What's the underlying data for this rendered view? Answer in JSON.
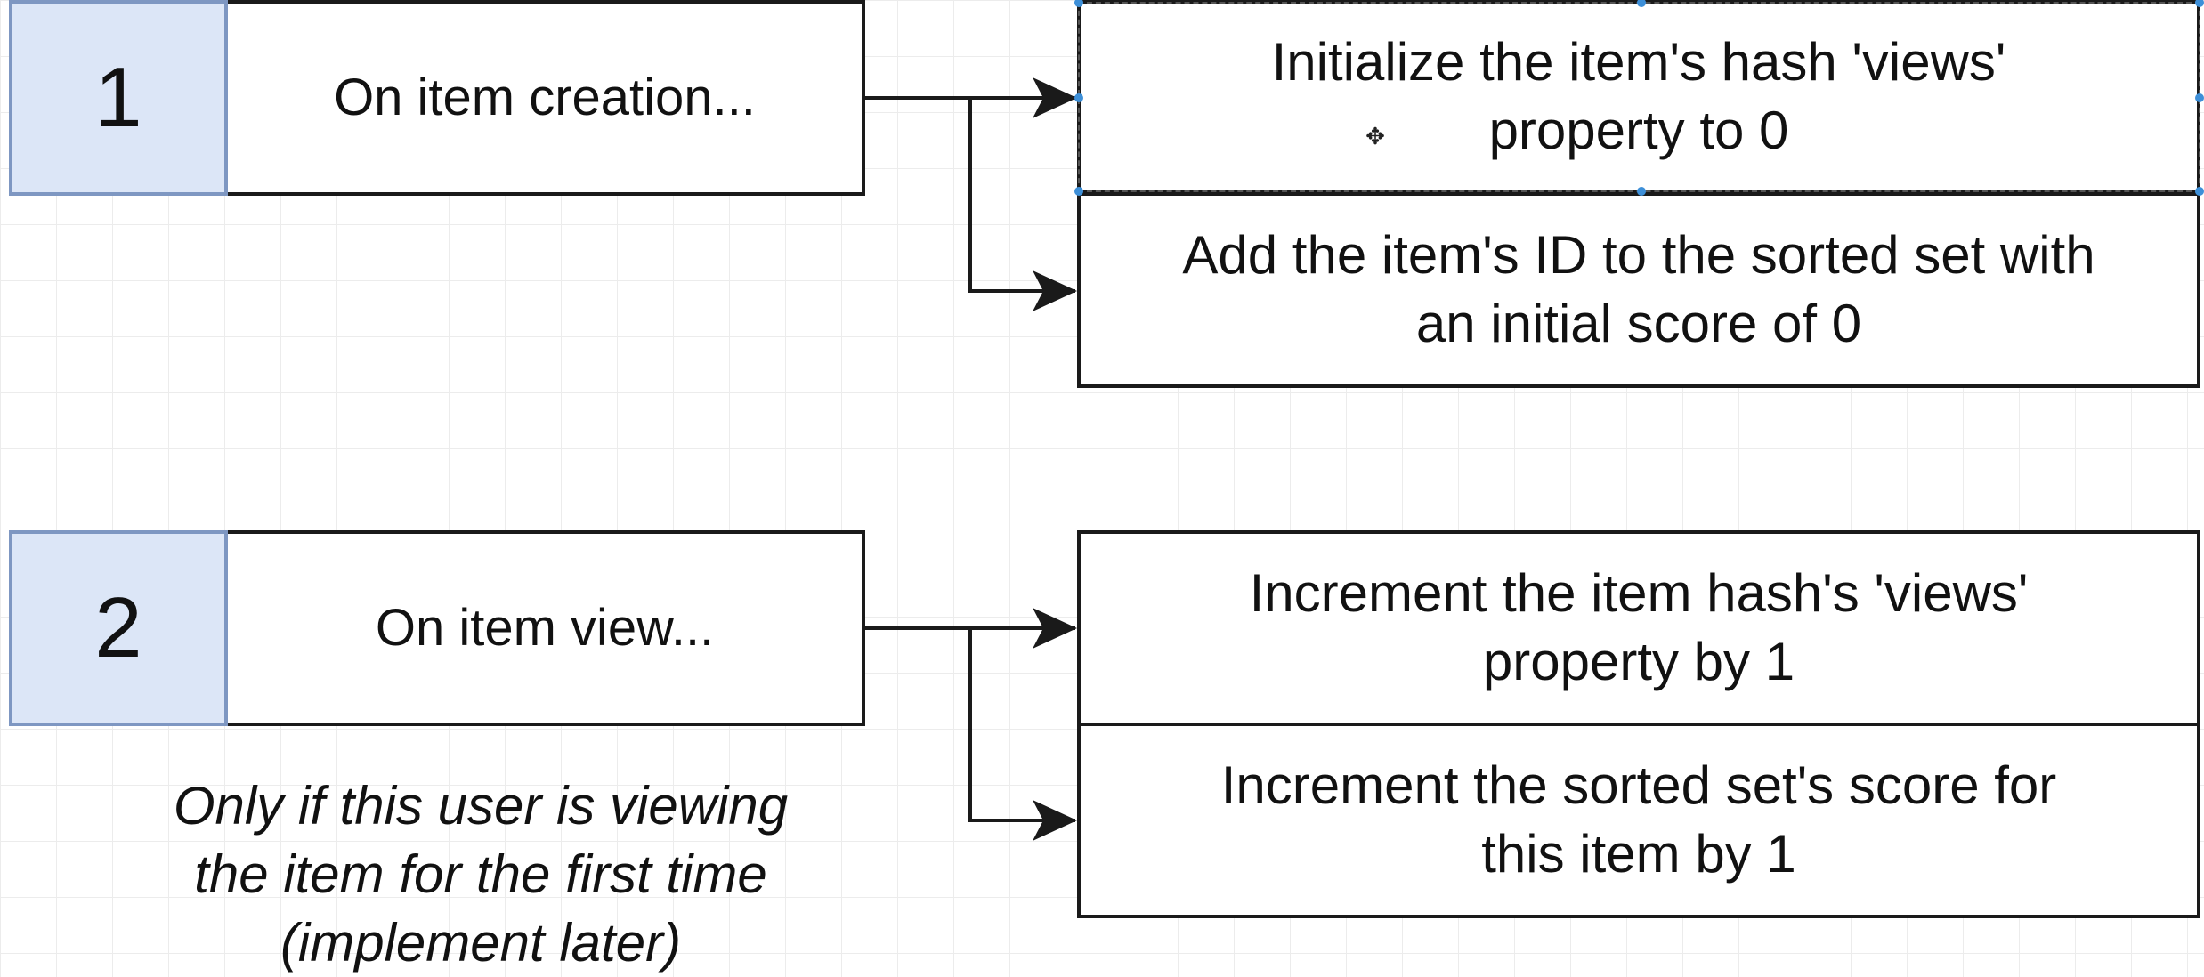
{
  "steps": [
    {
      "number": "1",
      "label": "On item creation...",
      "actions": [
        {
          "lines": [
            "Initialize the item's hash 'views'",
            "property to 0"
          ]
        },
        {
          "lines": [
            "Add the item's ID to the sorted set with",
            "an initial score of 0"
          ]
        }
      ]
    },
    {
      "number": "2",
      "label": "On item view...",
      "actions": [
        {
          "lines": [
            "Increment the item hash's 'views'",
            "property by 1"
          ]
        },
        {
          "lines": [
            "Increment the sorted set's score for",
            "this item by 1"
          ]
        }
      ]
    }
  ],
  "note": {
    "lines": [
      "Only if this user is viewing",
      "the item for the first time",
      "(implement later)"
    ]
  },
  "icons": {
    "arrowhead": "arrowhead-icon",
    "move_cursor": "move-cursor-icon"
  },
  "colors": {
    "step_number_fill": "#dce6f7",
    "step_number_border": "#7e97c2",
    "stroke": "#1a1a1a",
    "selection_handle": "#3d8fd8"
  }
}
